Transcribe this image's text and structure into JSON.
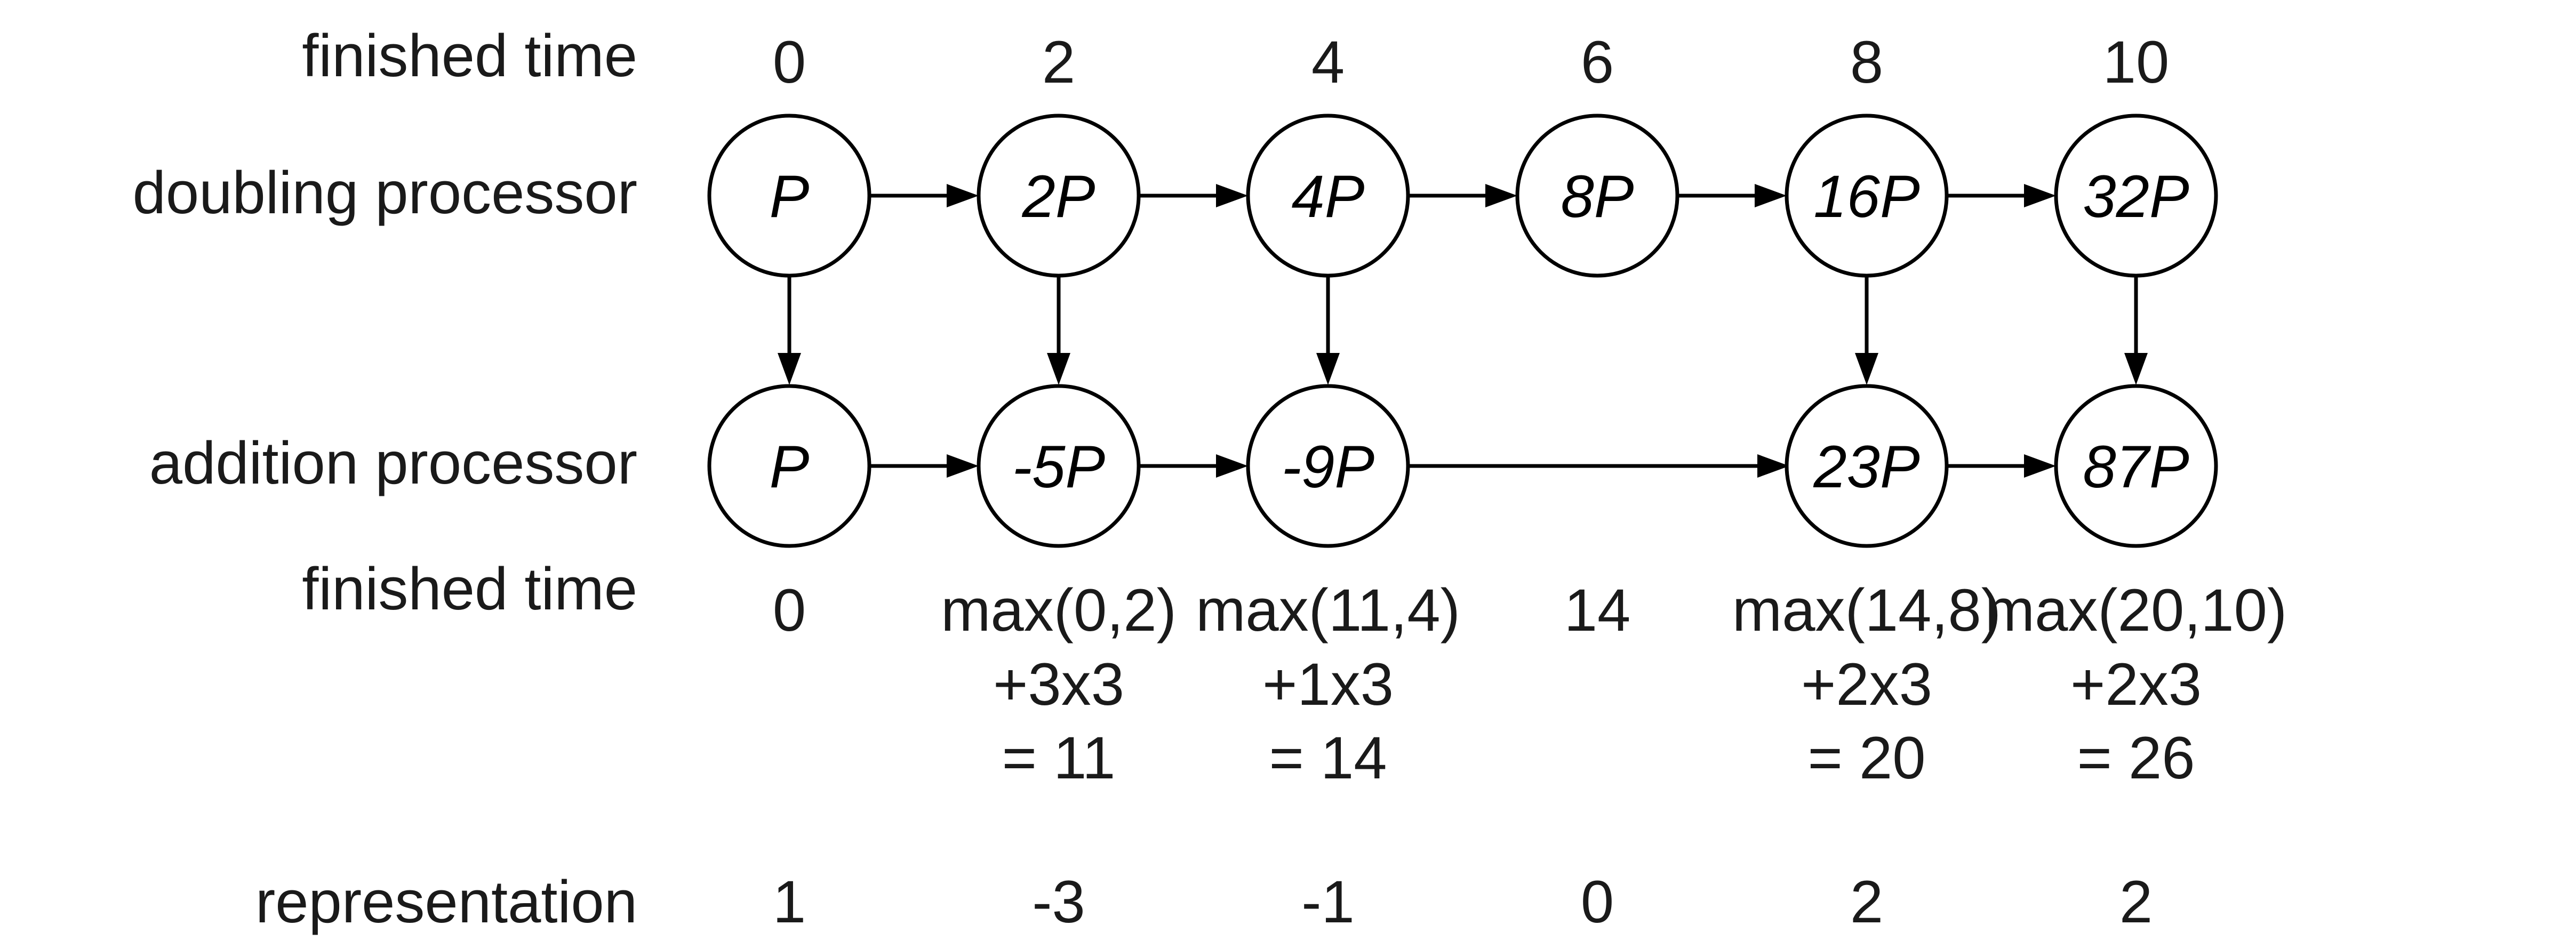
{
  "row_labels": {
    "doubling_time": "finished time",
    "doubling": "doubling processor",
    "addition": "addition processor",
    "addition_time": "finished time",
    "representation": "representation"
  },
  "doubling_times": [
    "0",
    "2",
    "4",
    "6",
    "8",
    "10"
  ],
  "doubling_nodes": [
    "P",
    "2P",
    "4P",
    "8P",
    "16P",
    "32P"
  ],
  "addition_nodes": [
    "P",
    "-5P",
    "-9P",
    "",
    "23P",
    "87P"
  ],
  "addition_times": [
    [
      "0"
    ],
    [
      "max(0,2)",
      "+3x3",
      "= 11"
    ],
    [
      "max(11,4)",
      "+1x3",
      "= 14"
    ],
    [
      "14"
    ],
    [
      "max(14,8)",
      "+2x3",
      "= 20"
    ],
    [
      "max(20,10)",
      "+2x3",
      "= 26"
    ]
  ],
  "representation": [
    "1",
    "-3",
    "-1",
    "0",
    "2",
    "2"
  ]
}
